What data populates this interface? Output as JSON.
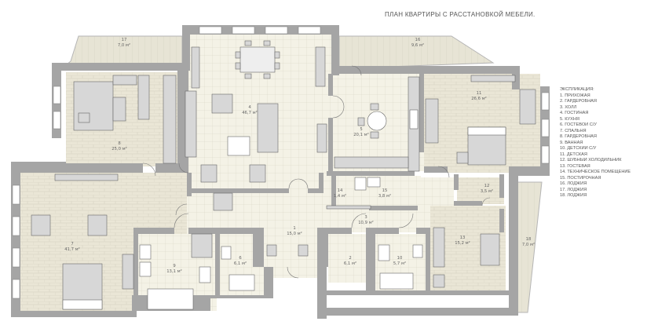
{
  "title": "ПЛАН КВАРТИРЫ С РАССТАНОВКОЙ МЕБЕЛИ.",
  "legend": {
    "heading": "ЭКСПЛИКАЦИЯ:",
    "items": [
      "1. ПРИХОЖАЯ",
      "2. ГАРДЕРОБНАЯ",
      "3. ХОЛЛ",
      "4. ГОСТИНАЯ",
      "5. КУХНЯ",
      "6. ГОСТЕВОЙ С/У",
      "7. СПАЛЬНЯ",
      "8. ГАРДЕРОБНАЯ",
      "9. ВАННАЯ",
      "10. ДЕТСКИЙ С/У",
      "11. ДЕТСКАЯ",
      "12. ШУБНЫЙ ХОЛОДИЛЬНИК",
      "13. ГОСТЕВАЯ",
      "14. ТЕХНИЧЕСКОЕ ПОМЕЩЕНИЕ",
      "15. ПОСТИРОЧНАЯ",
      "16. ЛОДЖИЯ",
      "17. ЛОДЖИЯ",
      "18. ЛОДЖИЯ"
    ]
  },
  "rooms": [
    {
      "id": "17",
      "number": "17",
      "area": "7,0 м²"
    },
    {
      "id": "16",
      "number": "16",
      "area": "9,6 м²"
    },
    {
      "id": "4",
      "number": "4",
      "area": "46,7 м²"
    },
    {
      "id": "5",
      "number": "5",
      "area": "20,1 м²"
    },
    {
      "id": "11",
      "number": "11",
      "area": "26,6 м²"
    },
    {
      "id": "8",
      "number": "8",
      "area": "25,0 м²"
    },
    {
      "id": "14",
      "number": "14",
      "area": "1,4 м²"
    },
    {
      "id": "15",
      "number": "15",
      "area": "3,8 м²"
    },
    {
      "id": "12",
      "number": "12",
      "area": "3,5 м²"
    },
    {
      "id": "7",
      "number": "7",
      "area": "41,7 м²"
    },
    {
      "id": "3",
      "number": "3",
      "area": "10,9 м²"
    },
    {
      "id": "1",
      "number": "1",
      "area": "15,0 м²"
    },
    {
      "id": "9",
      "number": "9",
      "area": "13,1 м²"
    },
    {
      "id": "6",
      "number": "6",
      "area": "6,1 м²"
    },
    {
      "id": "2",
      "number": "2",
      "area": "6,1 м²"
    },
    {
      "id": "10",
      "number": "10",
      "area": "5,7 м²"
    },
    {
      "id": "13",
      "number": "13",
      "area": "15,2 м²"
    },
    {
      "id": "18",
      "number": "18",
      "area": "7,0 м²"
    }
  ],
  "colors": {
    "wall": "#a5a5a5",
    "floor_wood": "#eae6d6",
    "floor_tile": "#f4f2e6",
    "balcony": "#e7e4d5",
    "furniture": "#d7d7d7",
    "furniture_stroke": "#666666"
  }
}
